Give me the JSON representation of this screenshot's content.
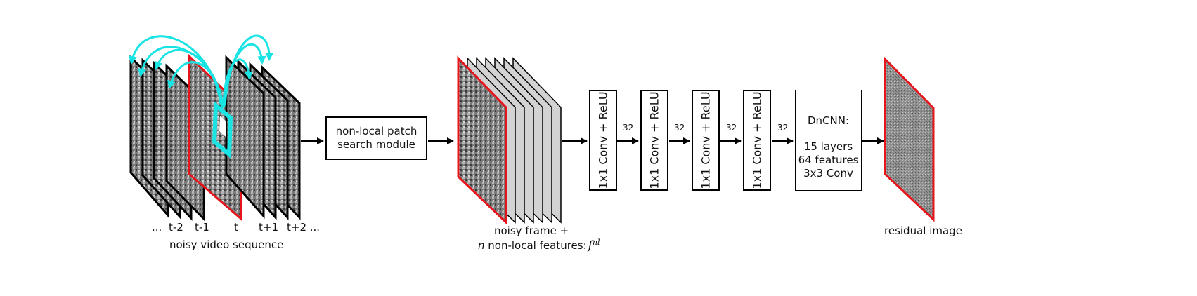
{
  "input": {
    "time_labels": [
      "...",
      "t-2",
      "t-1",
      "t",
      "t+1",
      "t+2 ..."
    ],
    "caption": "noisy video sequence"
  },
  "search_module": {
    "line1": "non-local patch",
    "line2": "search module"
  },
  "features": {
    "caption_line1": "noisy frame +",
    "caption_n": "n",
    "caption_rest": " non-local features:",
    "caption_symbol": "f",
    "caption_superscript": "nl"
  },
  "conv_blocks": [
    {
      "label": "1x1 Conv + ReLU"
    },
    {
      "label": "1x1 Conv + ReLU"
    },
    {
      "label": "1x1 Conv + ReLU"
    },
    {
      "label": "1x1 Conv + ReLU"
    }
  ],
  "channel_labels": [
    "32",
    "32",
    "32",
    "32"
  ],
  "dncnn": {
    "title": "DnCNN:",
    "line1": "15 layers",
    "line2": "64 features",
    "line3": "3x3 Conv"
  },
  "output": {
    "caption": "residual image"
  },
  "colors": {
    "arc": "#19e3e3",
    "highlight_frame": "#e8141c",
    "slab": "#d3d3d3"
  }
}
